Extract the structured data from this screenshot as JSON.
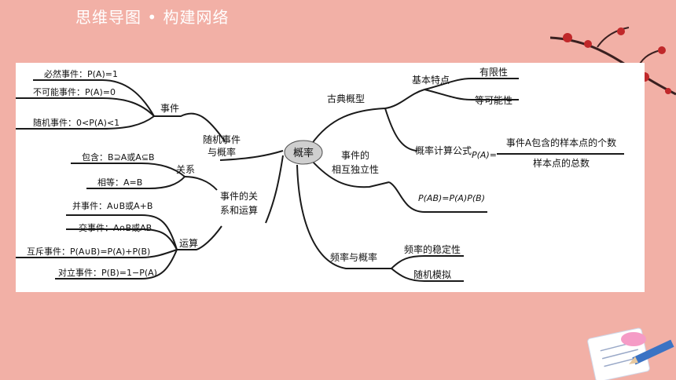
{
  "header": {
    "title": "思维导图 • 构建网络"
  },
  "mindmap": {
    "center": "概率",
    "left": {
      "random_events": {
        "label_line1": "随机事件",
        "label_line2": "与概率",
        "events": {
          "label": "事件",
          "items": [
            "必然事件：P(A)=1",
            "不可能事件：P(A)=0",
            "随机事件：0<P(A)<1"
          ]
        }
      },
      "relations_ops": {
        "label_line1": "事件的关",
        "label_line2": "系和运算",
        "relations": {
          "label": "关系",
          "items": [
            "包含：B⊇A或A⊆B",
            "相等：A=B"
          ]
        },
        "operations": {
          "label": "运算",
          "items": [
            "并事件：A∪B或A+B",
            "交事件：A∩B或AB",
            "互斥事件：P(A∪B)=P(A)+P(B)",
            "对立事件：P(B)=1−P(A)"
          ]
        }
      }
    },
    "right": {
      "classical": {
        "label": "古典概型",
        "features": {
          "label": "基本特点",
          "items": [
            "有限性",
            "等可能性"
          ]
        },
        "formula": {
          "label": "概率计算公式",
          "lhs": "P(A)=",
          "numerator": "事件A包含的样本点的个数",
          "denominator": "样本点的总数"
        }
      },
      "independence": {
        "label_line1": "事件的",
        "label_line2": "相互独立性",
        "formula": "P(AB)=P(A)P(B)"
      },
      "frequency": {
        "label": "频率与概率",
        "items": [
          "频率的稳定性",
          "随机模拟"
        ]
      }
    }
  },
  "colors": {
    "background": "#f2b0a6",
    "canvas": "#ffffff",
    "line": "#1a1a1a",
    "center_bubble": "#cfcfcf",
    "title_text": "#ffffff"
  }
}
